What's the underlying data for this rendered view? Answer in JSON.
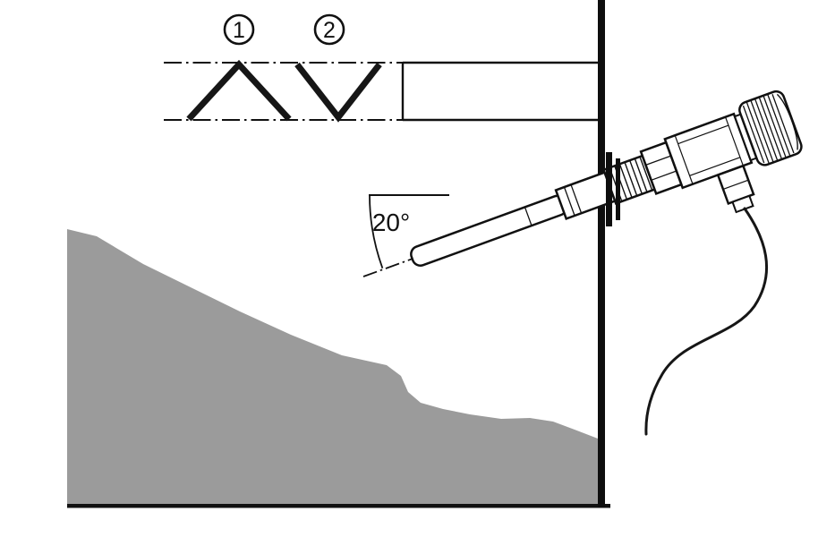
{
  "diagram": {
    "title": "level-switch-installation-diagram",
    "markers": {
      "option1": "1",
      "option2": "2"
    },
    "angle": {
      "label": "20°"
    }
  },
  "colors": {
    "material": "#9b9b9b",
    "wall": "#0e0e0e",
    "line": "#111111",
    "background": "#ffffff"
  }
}
